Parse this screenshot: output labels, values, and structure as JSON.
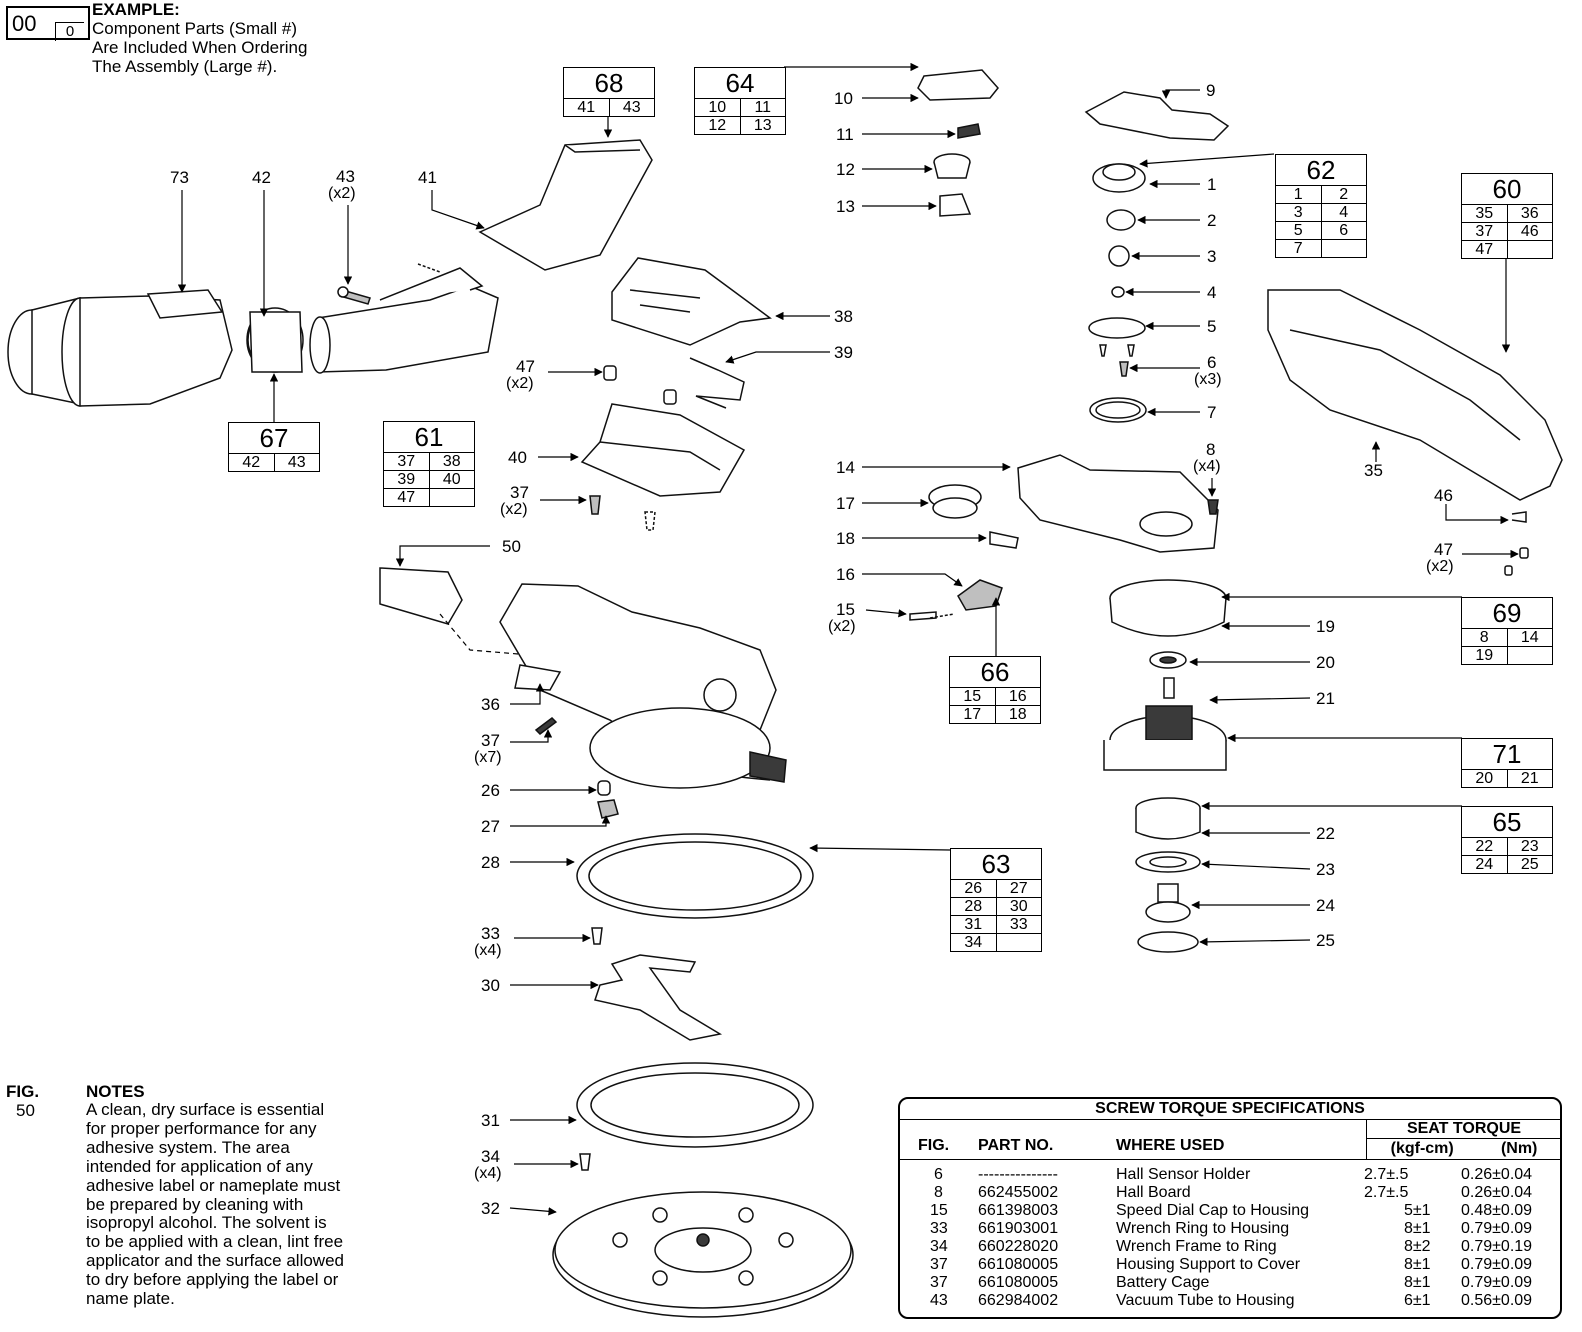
{
  "example": {
    "big_num": "00",
    "small_num": "0",
    "title": "EXAMPLE:",
    "lines": [
      "Component Parts (Small #)",
      "Are Included When Ordering",
      "The Assembly (Large #)."
    ]
  },
  "assemblies": [
    {
      "id": "68",
      "parts": [
        [
          "41",
          "43"
        ]
      ]
    },
    {
      "id": "64",
      "parts": [
        [
          "10",
          "11"
        ],
        [
          "12",
          "13"
        ]
      ]
    },
    {
      "id": "62",
      "parts": [
        [
          "1",
          "2"
        ],
        [
          "3",
          "4"
        ],
        [
          "5",
          "6"
        ],
        [
          "7",
          ""
        ]
      ]
    },
    {
      "id": "60",
      "parts": [
        [
          "35",
          "36"
        ],
        [
          "37",
          "46"
        ],
        [
          "47",
          ""
        ]
      ]
    },
    {
      "id": "67",
      "parts": [
        [
          "42",
          "43"
        ]
      ]
    },
    {
      "id": "61",
      "parts": [
        [
          "37",
          "38"
        ],
        [
          "39",
          "40"
        ],
        [
          "47",
          ""
        ]
      ]
    },
    {
      "id": "66",
      "parts": [
        [
          "15",
          "16"
        ],
        [
          "17",
          "18"
        ]
      ]
    },
    {
      "id": "69",
      "parts": [
        [
          "8",
          "14"
        ],
        [
          "19",
          ""
        ]
      ]
    },
    {
      "id": "71",
      "parts": [
        [
          "20",
          "21"
        ]
      ]
    },
    {
      "id": "65",
      "parts": [
        [
          "22",
          "23"
        ],
        [
          "24",
          "25"
        ]
      ]
    },
    {
      "id": "63",
      "parts": [
        [
          "26",
          "27"
        ],
        [
          "28",
          "30"
        ],
        [
          "31",
          "33"
        ],
        [
          "34",
          ""
        ]
      ]
    }
  ],
  "callouts": {
    "c73": "73",
    "c42": "42",
    "c43": "43",
    "c43q": "(x2)",
    "c41": "41",
    "c10": "10",
    "c11": "11",
    "c12": "12",
    "c13": "13",
    "c9": "9",
    "c1": "1",
    "c2": "2",
    "c3": "3",
    "c4": "4",
    "c5": "5",
    "c6": "6",
    "c6q": "(x3)",
    "c7": "7",
    "c38": "38",
    "c39": "39",
    "c47a": "47",
    "c47aq": "(x2)",
    "c40": "40",
    "c37a": "37",
    "c37aq": "(x2)",
    "c50": "50",
    "c14": "14",
    "c17": "17",
    "c18": "18",
    "c16": "16",
    "c15": "15",
    "c15q": "(x2)",
    "c8": "8",
    "c8q": "(x4)",
    "c35": "35",
    "c46": "46",
    "c47b": "47",
    "c47bq": "(x2)",
    "c19": "19",
    "c20": "20",
    "c21": "21",
    "c22": "22",
    "c23": "23",
    "c24": "24",
    "c25": "25",
    "c36": "36",
    "c37b": "37",
    "c37bq": "(x7)",
    "c26": "26",
    "c27": "27",
    "c28": "28",
    "c33": "33",
    "c33q": "(x4)",
    "c30": "30",
    "c31": "31",
    "c34": "34",
    "c34q": "(x4)",
    "c32": "32"
  },
  "notes": {
    "fig_header": "FIG.",
    "notes_header": "NOTES",
    "fig": "50",
    "lines": [
      "A clean, dry surface is essential",
      "for proper performance for any",
      "adhesive system. The area",
      "intended for application of any",
      "adhesive label or nameplate must",
      "be prepared by cleaning with",
      "isopropyl alcohol. The solvent is",
      "to be applied with a clean, lint free",
      "applicator and the surface allowed",
      "to dry before applying the label or",
      "name plate."
    ]
  },
  "torque": {
    "title": "SCREW TORQUE SPECIFICATIONS",
    "h_fig": "FIG.",
    "h_part": "PART NO.",
    "h_where": "WHERE USED",
    "h_seat": "SEAT TORQUE",
    "h_kgf": "(kgf-cm)",
    "h_nm": "(Nm)",
    "rows": [
      {
        "fig": "6",
        "part": "---------------",
        "where": "Hall Sensor Holder",
        "kgf": "2.7±.5",
        "nm": "0.26±0.04"
      },
      {
        "fig": "8",
        "part": "662455002",
        "where": "Hall Board",
        "kgf": "2.7±.5",
        "nm": "0.26±0.04"
      },
      {
        "fig": "15",
        "part": "661398003",
        "where": "Speed Dial Cap to Housing",
        "kgf": "5±1",
        "nm": "0.48±0.09"
      },
      {
        "fig": "33",
        "part": "661903001",
        "where": "Wrench Ring to Housing",
        "kgf": "8±1",
        "nm": "0.79±0.09"
      },
      {
        "fig": "34",
        "part": "660228020",
        "where": "Wrench Frame to Ring",
        "kgf": "8±2",
        "nm": "0.79±0.19"
      },
      {
        "fig": "37",
        "part": "661080005",
        "where": "Housing Support to Cover",
        "kgf": "8±1",
        "nm": "0.79±0.09"
      },
      {
        "fig": "37",
        "part": "661080005",
        "where": "Battery Cage",
        "kgf": "8±1",
        "nm": "0.79±0.09"
      },
      {
        "fig": "43",
        "part": "662984002",
        "where": "Vacuum Tube to Housing",
        "kgf": "6±1",
        "nm": "0.56±0.09"
      }
    ]
  }
}
